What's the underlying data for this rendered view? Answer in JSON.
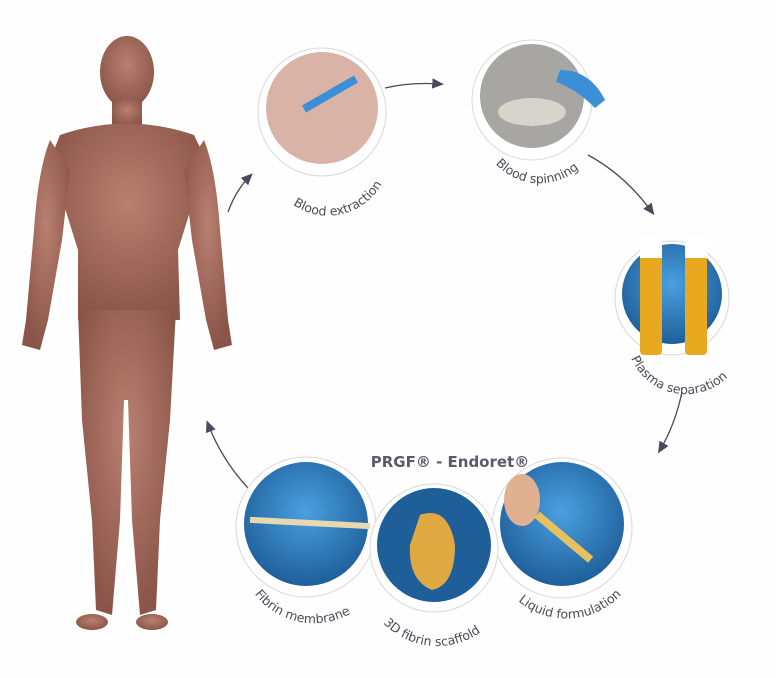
{
  "title": "PRGF® - Endoret®",
  "steps": {
    "blood_extraction": "Blood  extraction",
    "blood_spinning": "Blood spinning",
    "plasma_separation": "Plasma separation",
    "liquid_formulation": "Liquid formulation",
    "fibrin_scaffold": "3D fibrin scaffold",
    "fibrin_membrane": "Fibrin membrane"
  },
  "colors": {
    "skin": "#a87060",
    "arrow": "#4a4a5a",
    "blue": "#2e7dc0",
    "plasma": "#e0a020"
  }
}
